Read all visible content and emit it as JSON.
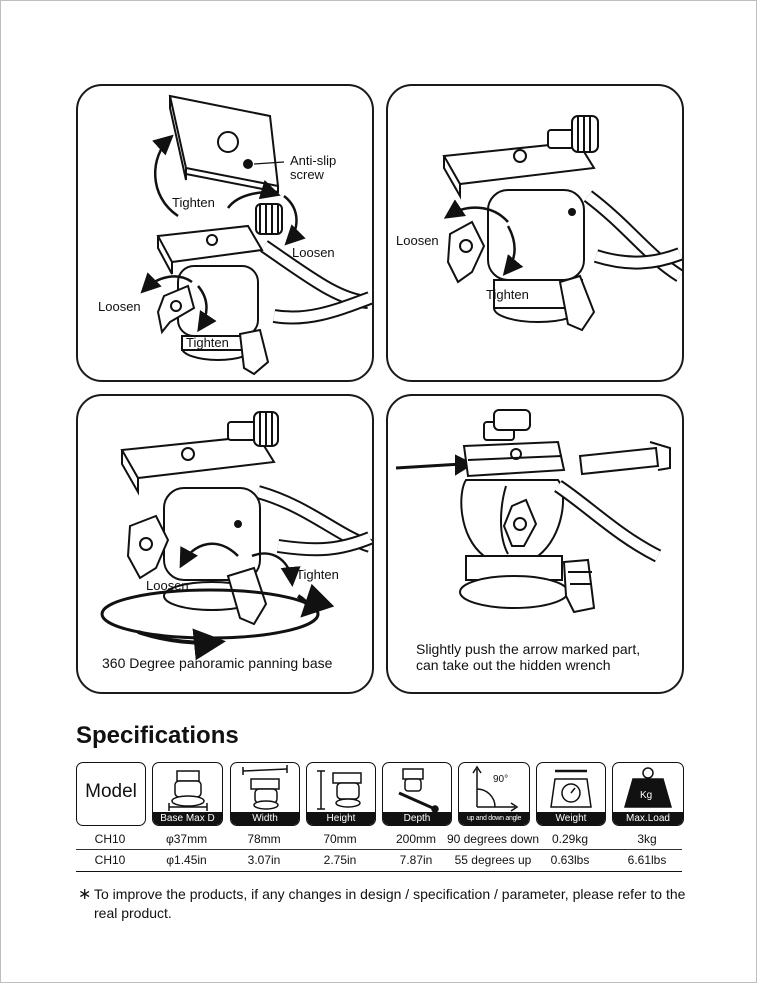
{
  "panels": {
    "p1": {
      "labels": {
        "anti_slip": "Anti-slip",
        "screw": "screw",
        "tighten_top": "Tighten",
        "loosen_right": "Loosen",
        "loosen_left": "Loosen",
        "tighten_bottom": "Tighten"
      }
    },
    "p2": {
      "labels": {
        "loosen": "Loosen",
        "tighten": "Tighten"
      }
    },
    "p3": {
      "labels": {
        "loosen": "Loosen",
        "tighten": "Tighten"
      },
      "caption": "360 Degree panoramic panning base"
    },
    "p4": {
      "caption_line1": "Slightly push the arrow marked part,",
      "caption_line2": "can take out the hidden wrench"
    }
  },
  "specifications": {
    "title": "Specifications",
    "model_label": "Model",
    "columns": [
      {
        "label": "Base Max D",
        "icon": "base-diameter-icon"
      },
      {
        "label": "Width",
        "icon": "width-icon"
      },
      {
        "label": "Height",
        "icon": "height-icon"
      },
      {
        "label": "Depth",
        "icon": "depth-icon"
      },
      {
        "label": "up and down angle",
        "icon": "angle-icon",
        "angle_text": "90°"
      },
      {
        "label": "Weight",
        "icon": "scale-icon"
      },
      {
        "label": "Max.Load",
        "icon": "weight-kg-icon",
        "weight_text": "Kg"
      }
    ],
    "rows": [
      {
        "model": "CH10",
        "values": [
          "φ37mm",
          "78mm",
          "70mm",
          "200mm",
          "90 degrees down",
          "0.29kg",
          "3kg"
        ]
      },
      {
        "model": "CH10",
        "values": [
          "φ1.45in",
          "3.07in",
          "2.75in",
          "7.87in",
          "55 degrees up",
          "0.63lbs",
          "6.61lbs"
        ]
      }
    ]
  },
  "note": {
    "marker": "∗",
    "text": "To improve the products, if any changes in design / specification / parameter, please refer to the real product."
  },
  "colors": {
    "ink": "#111111",
    "panel_border": "#1a1a1a",
    "background": "#ffffff"
  }
}
